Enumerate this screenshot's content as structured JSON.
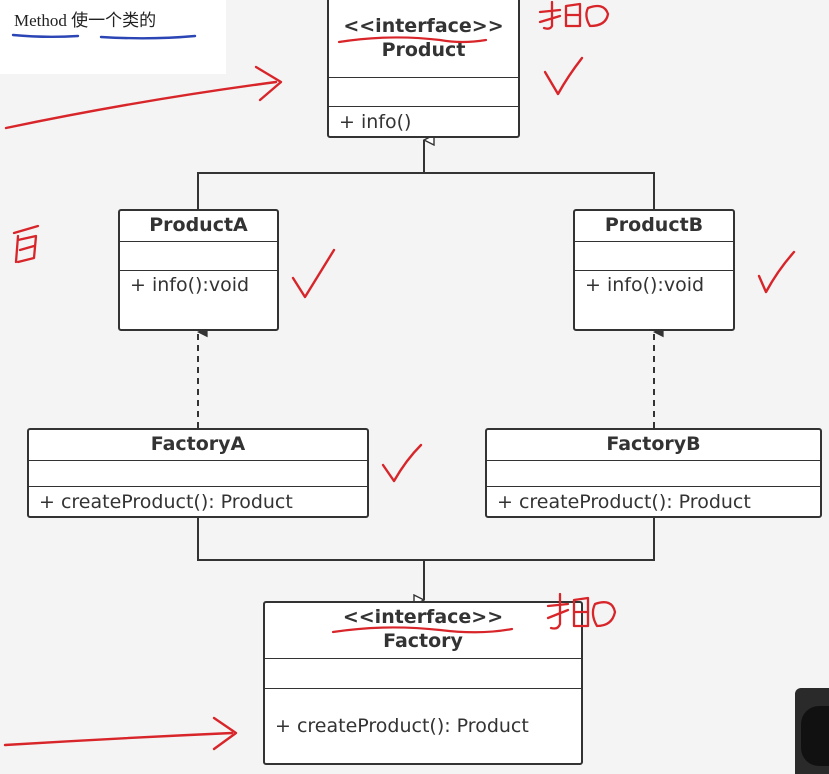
{
  "caption": {
    "method_word": "Method",
    "rest_text": " 使一个类的"
  },
  "classes": {
    "product": {
      "stereotype": "<<interface>>",
      "name": "Product",
      "method": "+ info()"
    },
    "product_a": {
      "name": "ProductA",
      "method": "+ info():void"
    },
    "product_b": {
      "name": "ProductB",
      "method": "+ info():void"
    },
    "factory_a": {
      "name": "FactoryA",
      "method": "+ createProduct():  Product"
    },
    "factory_b": {
      "name": "FactoryB",
      "method": "+ createProduct():  Product"
    },
    "factory": {
      "stereotype": "<<interface>>",
      "name": "Factory",
      "method": "+ createProduct():  Product"
    }
  },
  "annotations": {
    "handwritten_abstract": "抽象"
  },
  "colors": {
    "ink_red": "#d8252a",
    "underline_blue": "#2b45b5",
    "uml_line": "#333333"
  }
}
